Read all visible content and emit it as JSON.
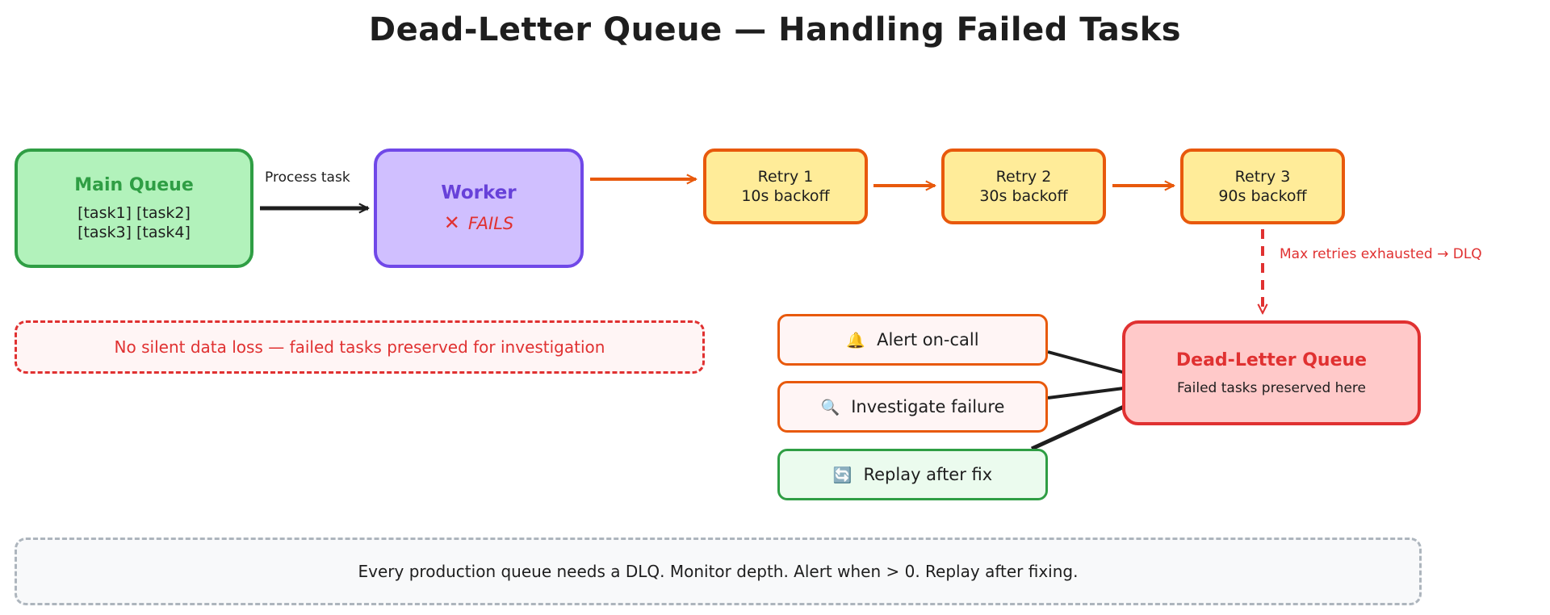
{
  "title": "Dead-Letter Queue — Handling Failed Tasks",
  "main_queue": {
    "heading": "Main Queue",
    "tasks_line1": "[task1] [task2]",
    "tasks_line2": "[task3] [task4]"
  },
  "worker": {
    "heading": "Worker",
    "status_icon": "✕",
    "status": "FAILS"
  },
  "retries": [
    {
      "label": "Retry 1",
      "backoff": "10s backoff"
    },
    {
      "label": "Retry 2",
      "backoff": "30s backoff"
    },
    {
      "label": "Retry 3",
      "backoff": "90s backoff"
    }
  ],
  "edge_labels": {
    "process": "Process task",
    "max_retries": "Max retries exhausted → DLQ"
  },
  "dlq": {
    "heading": "Dead-Letter Queue",
    "subtitle": "Failed tasks preserved here"
  },
  "actions": [
    {
      "icon": "🔔",
      "icon_name": "bell-icon",
      "label": "Alert on-call"
    },
    {
      "icon": "🔍",
      "icon_name": "magnifier-icon",
      "label": "Investigate failure"
    },
    {
      "icon": "🔄",
      "icon_name": "refresh-icon",
      "label": "Replay after fix"
    }
  ],
  "notes": {
    "no_loss": "No silent data loss — failed tasks preserved for investigation",
    "footer": "Every production queue needs a DLQ. Monitor depth. Alert when > 0. Replay after fixing."
  },
  "colors": {
    "green_fill": "#b2f2bb",
    "green_stroke": "#2f9e44",
    "purple_fill": "#d0bfff",
    "purple_stroke": "#7048e8",
    "yellow_fill": "#ffec99",
    "orange_stroke": "#e8590c",
    "red_fill": "#ffc9c9",
    "red_stroke": "#e03131",
    "ink": "#1e1e1e"
  }
}
